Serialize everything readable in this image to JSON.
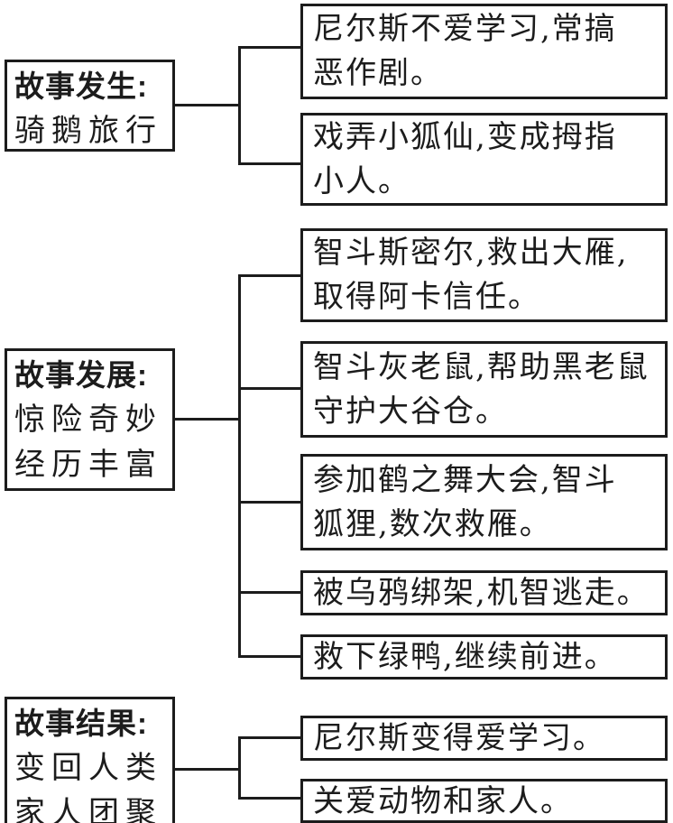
{
  "colors": {
    "ink": "#1c1c1c",
    "paper": "#ffffff"
  },
  "diagram": {
    "groups": [
      {
        "label": {
          "title": "故事发生:",
          "lines": [
            "骑鹅旅行"
          ]
        },
        "items": [
          {
            "lines": [
              "尼尔斯不爱学习,常搞",
              "恶作剧。"
            ]
          },
          {
            "lines": [
              "戏弄小狐仙,变成拇指",
              "小人。"
            ]
          }
        ]
      },
      {
        "label": {
          "title": "故事发展:",
          "lines": [
            "惊险奇妙",
            "经历丰富"
          ]
        },
        "items": [
          {
            "lines": [
              "智斗斯密尔,救出大雁,",
              "取得阿卡信任。"
            ]
          },
          {
            "lines": [
              "智斗灰老鼠,帮助黑老鼠",
              "守护大谷仓。"
            ]
          },
          {
            "lines": [
              "参加鹤之舞大会,智斗",
              "狐狸,数次救雁。"
            ]
          },
          {
            "lines": [
              "被乌鸦绑架,机智逃走。"
            ]
          },
          {
            "lines": [
              "救下绿鸭,继续前进。"
            ]
          }
        ]
      },
      {
        "label": {
          "title": "故事结果:",
          "lines": [
            "变回人类",
            "家人团聚"
          ]
        },
        "items": [
          {
            "lines": [
              "尼尔斯变得爱学习。"
            ]
          },
          {
            "lines": [
              "关爱动物和家人。"
            ]
          }
        ]
      }
    ]
  }
}
